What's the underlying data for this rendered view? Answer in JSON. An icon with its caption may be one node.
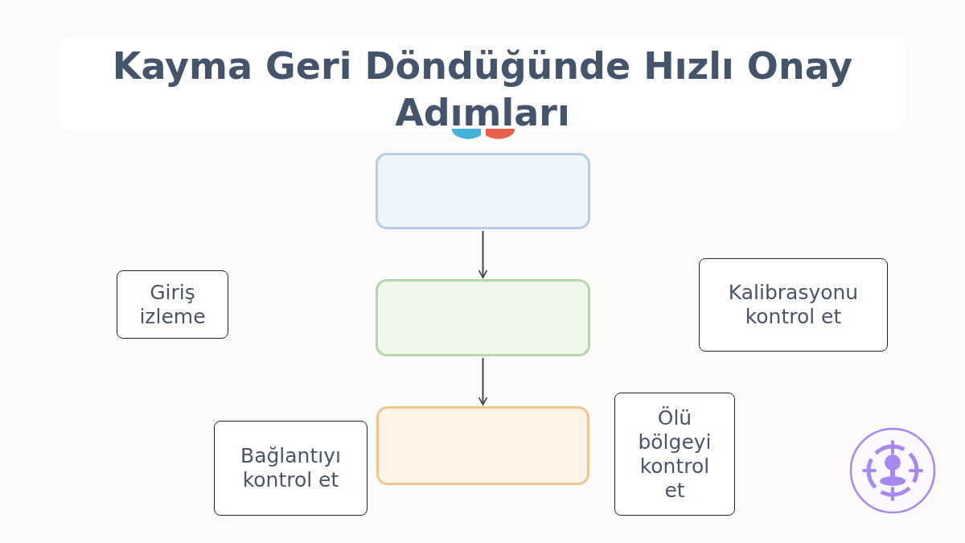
{
  "diagram": {
    "title": "Kayma Geri Döndüğünde Hızlı Onay Adımları",
    "nodes": [
      {
        "text": [],
        "shape": "box"
      },
      {
        "text": [],
        "shape": "box"
      },
      {
        "text": [],
        "shape": "box"
      },
      {
        "text": [
          "Giriş izleme"
        ]
      },
      {
        "text": [
          "Kalibrasyonu kontrol et"
        ]
      },
      {
        "text": [
          "Bağlantıyı kontrol et"
        ]
      },
      {
        "text": [
          "Ölü bölgeyi kontrol et"
        ]
      }
    ],
    "edges": [
      {
        "from": 0,
        "to": 1,
        "arrow": "to"
      },
      {
        "from": 1,
        "to": 2,
        "arrow": "to"
      }
    ]
  }
}
